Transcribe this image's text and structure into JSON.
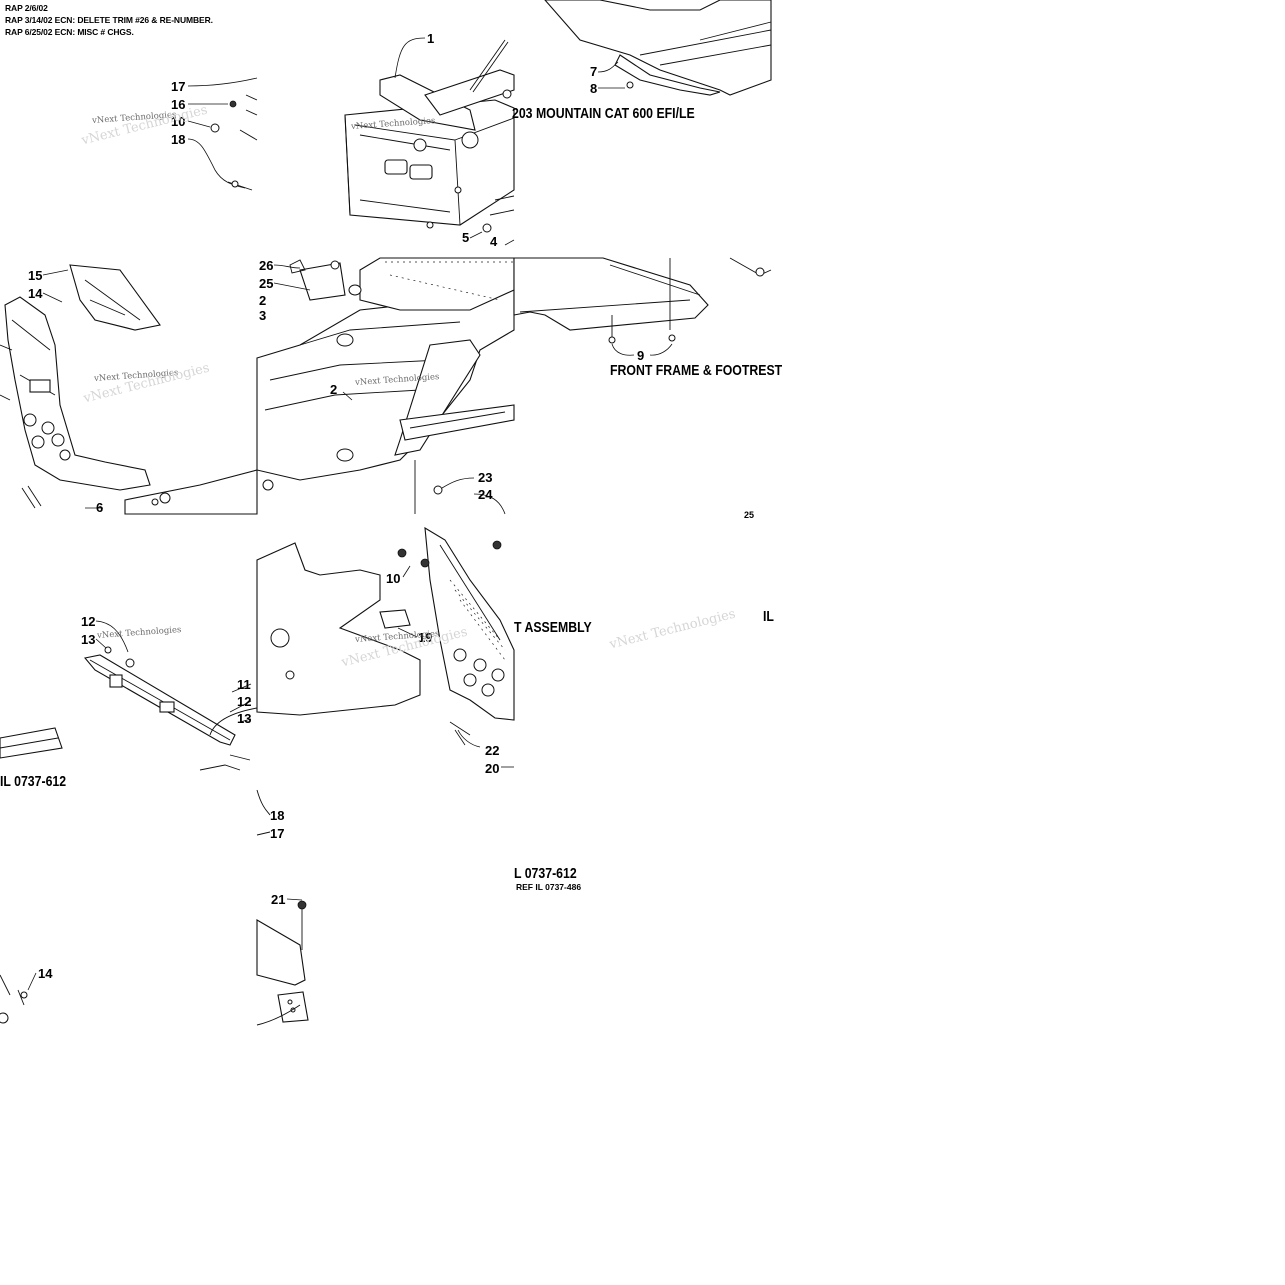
{
  "revision_notes": [
    "RAP 2/6/02",
    "RAP 3/14/02 ECN: DELETE TRIM #26 & RE-NUMBER.",
    "RAP 6/25/02 ECN: MISC # CHGS."
  ],
  "titles": {
    "model": "203 MOUNTAIN CAT 600 EFI/LE",
    "front_frame": "FRONT FRAME & FOOTREST",
    "assembly": "T ASSEMBLY",
    "il_fragment": "IL",
    "il_left": "IL 0737-612",
    "il_center": "L 0737-612",
    "ref_il": "REF IL 0737-486"
  },
  "watermark": "vNext Technologies",
  "callouts": {
    "c1": "1",
    "c17a": "17",
    "c16": "16",
    "c10a": "10",
    "c18a": "18",
    "c7": "7",
    "c8": "8",
    "c5": "5",
    "c4": "4",
    "c26": "26",
    "c25": "25",
    "c2a": "2",
    "c3": "3",
    "c2b": "2",
    "c15": "15",
    "c14a": "14",
    "c6": "6",
    "c9": "9",
    "c23": "23",
    "c24": "24",
    "c10b": "10",
    "c19": "19",
    "c12a": "12",
    "c13a": "13",
    "c11": "11",
    "c12b": "12",
    "c13b": "13",
    "c22": "22",
    "c20": "20",
    "c18b": "18",
    "c17b": "17",
    "c21": "21",
    "c14b": "14",
    "c25b": "25"
  }
}
